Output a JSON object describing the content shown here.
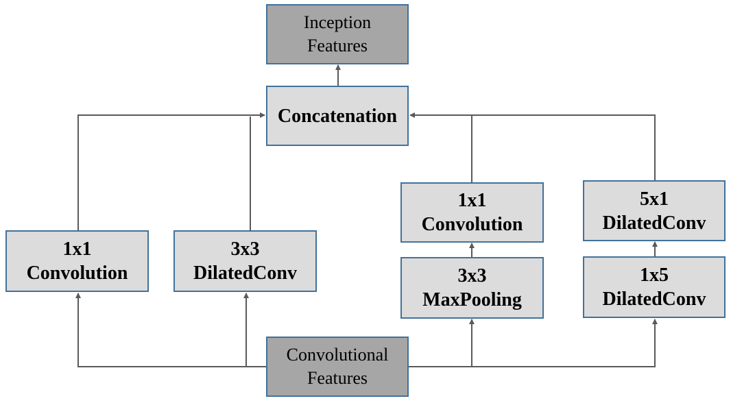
{
  "nodes": {
    "inception": {
      "line1": "Inception",
      "line2": "Features"
    },
    "concat": {
      "line1": "Concatenation"
    },
    "conv1": {
      "line1": "1x1",
      "line2": "Convolution"
    },
    "dil3": {
      "line1": "3x3",
      "line2": "DilatedConv"
    },
    "conv1b": {
      "line1": "1x1",
      "line2": "Convolution"
    },
    "maxpool": {
      "line1": "3x3",
      "line2": "MaxPooling"
    },
    "dil51": {
      "line1": "5x1",
      "line2": "DilatedConv"
    },
    "dil15": {
      "line1": "1x5",
      "line2": "DilatedConv"
    },
    "input": {
      "line1": "Convolutional",
      "line2": "Features"
    }
  },
  "colors": {
    "border": "#41719c",
    "light_fill": "#dcdcdc",
    "dark_fill": "#a6a6a6",
    "edge": "#595959"
  }
}
